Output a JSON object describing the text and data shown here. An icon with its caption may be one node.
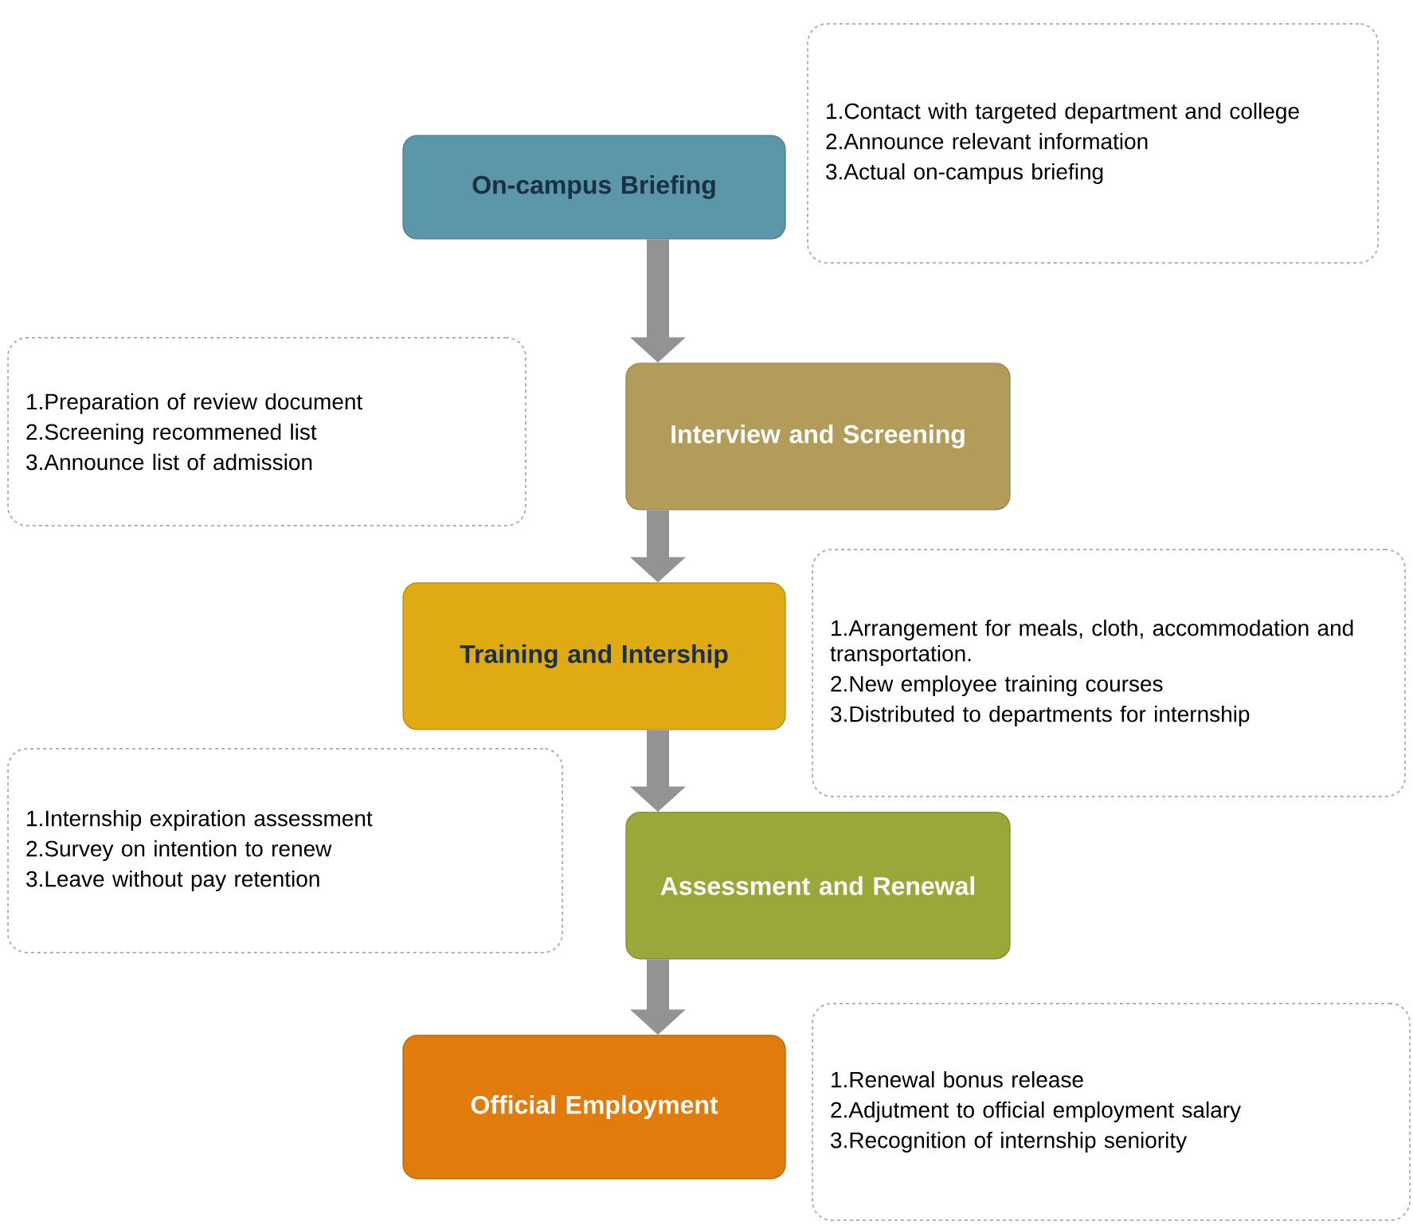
{
  "diagram": {
    "nodes": [
      {
        "text": [
          "On-campus Briefing"
        ]
      },
      {
        "text": [
          "1.Contact with targeted department and college",
          "2.Announce relevant information",
          "3.Actual on-campus briefing"
        ]
      },
      {
        "text": [
          "1.Preparation of review document",
          "2.Screening recommened list",
          "3.Announce list of admission"
        ]
      },
      {
        "text": [
          "Interview and Screening"
        ]
      },
      {
        "text": [
          "Training and Intership"
        ]
      },
      {
        "text": [
          "1.Arrangement for meals, cloth, accommodation and transportation.",
          "2.New employee training courses",
          "3.Distributed to departments for internship"
        ]
      },
      {
        "text": [
          "1.Internship expiration assessment",
          "2.Survey on intention to renew",
          "3.Leave without pay retention"
        ]
      },
      {
        "text": [
          "Assessment and Renewal"
        ]
      },
      {
        "text": [
          "Official Employment"
        ]
      },
      {
        "text": [
          "1.Renewal bonus release",
          "2.Adjutment to official employment salary",
          "3.Recognition of internship seniority"
        ]
      }
    ],
    "edges": [
      {
        "from": 0,
        "to": 3,
        "arrow": "to"
      },
      {
        "from": 3,
        "to": 4,
        "arrow": "to"
      },
      {
        "from": 4,
        "to": 7,
        "arrow": "to"
      },
      {
        "from": 7,
        "to": 8,
        "arrow": "to"
      }
    ]
  }
}
